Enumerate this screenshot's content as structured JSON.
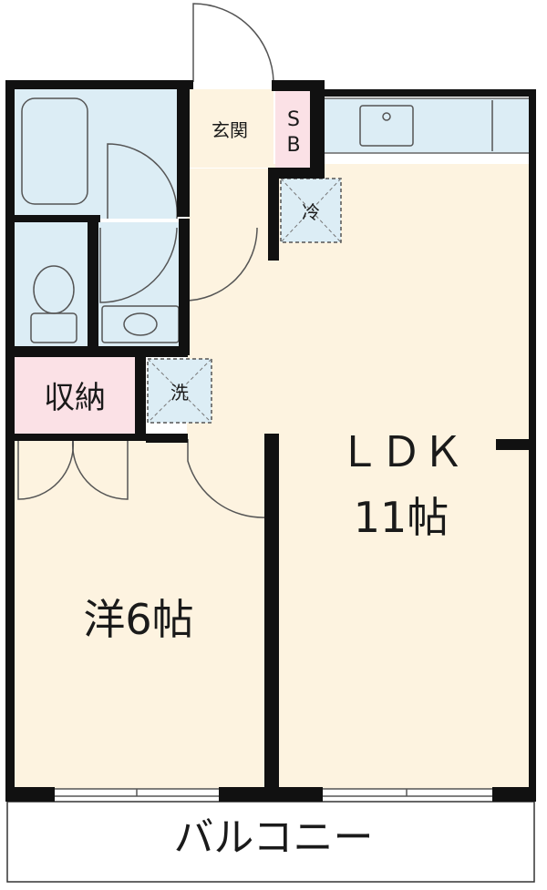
{
  "labels": {
    "genkan": "玄関",
    "sb_top": "S",
    "sb_bottom": "B",
    "refrigerator": "冷",
    "washer": "洗",
    "storage": "収納",
    "ldk": "ＬＤＫ",
    "ldk_size": "11帖",
    "western_room": "洋6帖",
    "balcony": "バルコニー"
  },
  "colors": {
    "floor": "#fdf3e0",
    "wet_area": "#dcedf5",
    "storage": "#fbe1e6",
    "wall": "#111111",
    "balcony": "#ffffff"
  }
}
